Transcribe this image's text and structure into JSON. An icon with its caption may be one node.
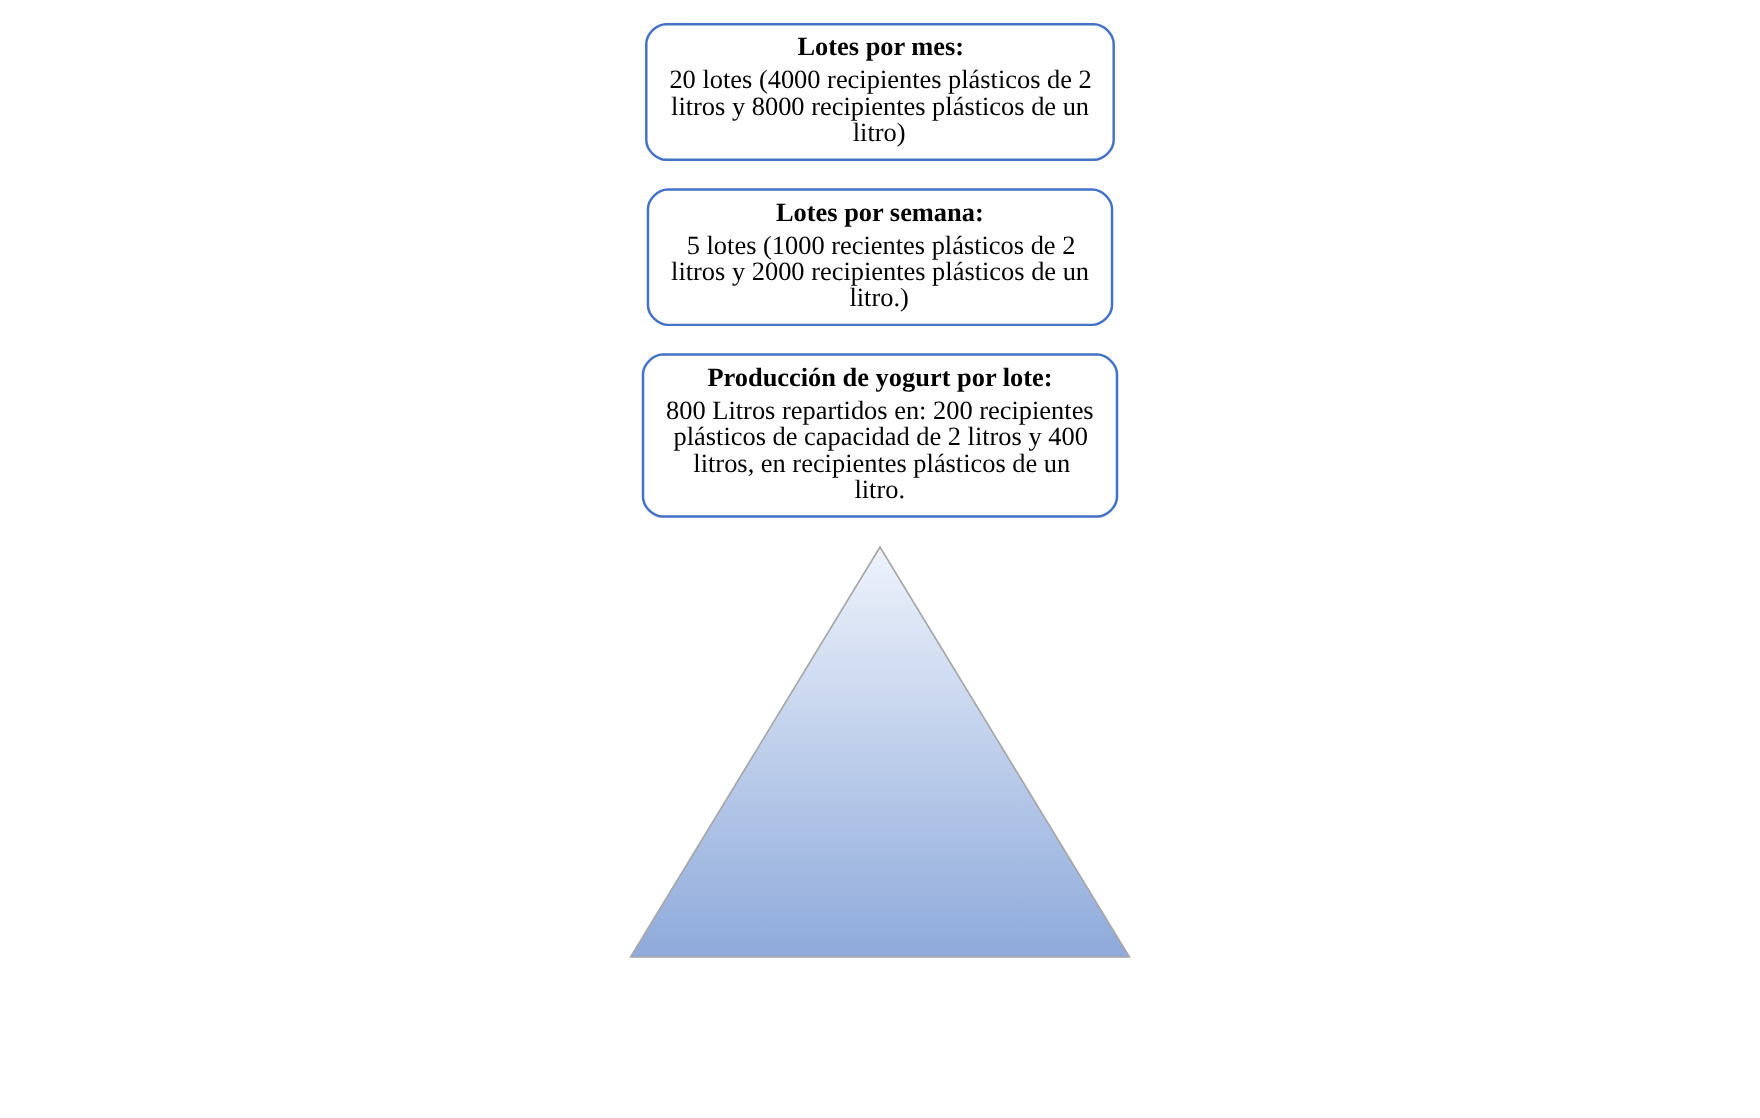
{
  "diagram": {
    "nodes": [
      {
        "text": [],
        "shape": "triangle"
      },
      {
        "text": [
          "Producción de yogurt por lote:",
          "800 Litros repartidos en: 200 recipientes plásticos de capacidad de 2 litros y 400 litros, en recipientes plásticos de un litro."
        ]
      },
      {
        "text": [
          "Lotes por semana:",
          "5 lotes (1000 recientes plásticos de 2 litros y 2000 recipientes plásticos de un litro.)"
        ]
      },
      {
        "text": [
          "Lotes por mes:",
          "20 lotes (4000 recipientes plásticos de 2 litros y 8000 recipientes plásticos de un litro)"
        ]
      }
    ],
    "edges": []
  }
}
